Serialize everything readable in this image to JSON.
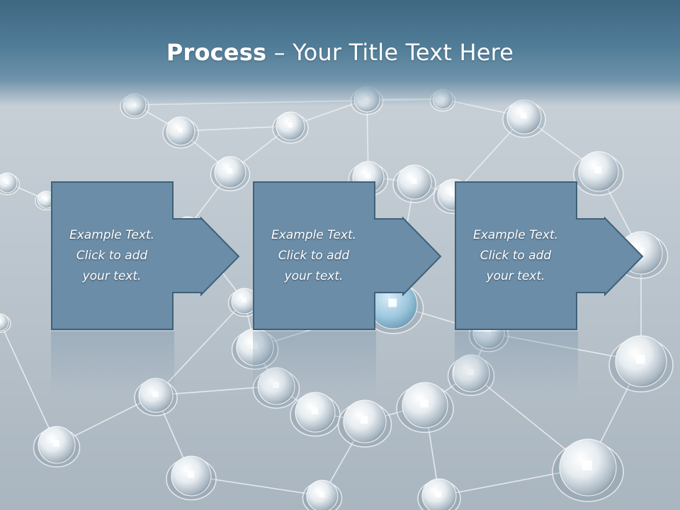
{
  "slide": {
    "title_strong": "Process",
    "title_rest": " – Your Title Text Here"
  },
  "steps": [
    {
      "text": "Example Text.\nClick  to add\nyour text."
    },
    {
      "text": "Example Text.\nClick  to add\nyour text."
    },
    {
      "text": "Example Text.\nClick  to add\nyour text."
    }
  ],
  "colors": {
    "title_band": "#4f7a95",
    "box_fill": "#6b8da8",
    "box_border": "#3e6179",
    "background": "#c2cbd2"
  }
}
